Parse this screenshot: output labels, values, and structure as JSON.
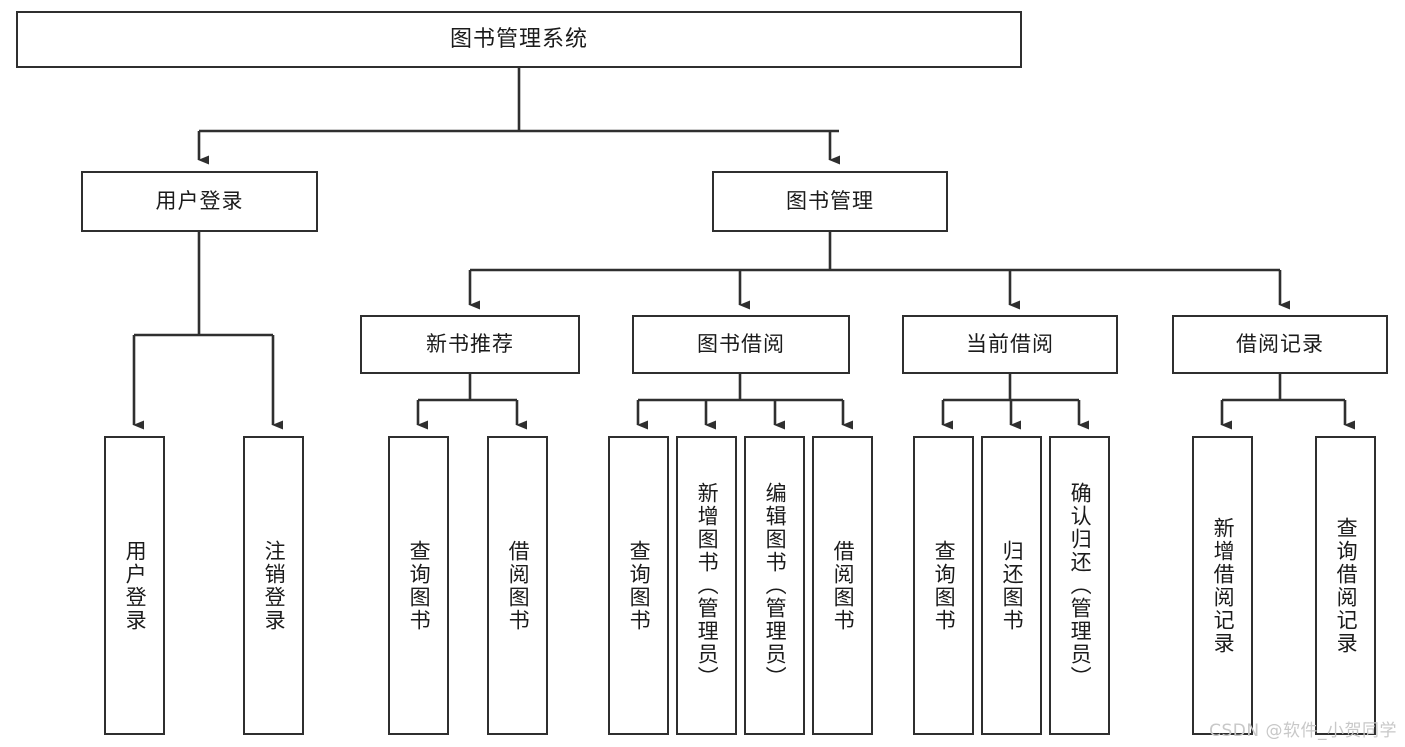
{
  "diagram": {
    "title": "图书管理系统",
    "type": "tree-hierarchy-chart",
    "colors": {
      "box_border": "#2f2f2f",
      "box_fill": "#ffffff",
      "connector": "#2f2f2f",
      "text": "#1b1b1b",
      "watermark": "#c8c8c8"
    },
    "root": {
      "label": "图书管理系统"
    },
    "level2": [
      {
        "label": "用户登录"
      },
      {
        "label": "图书管理"
      }
    ],
    "level3": [
      {
        "label": "新书推荐"
      },
      {
        "label": "图书借阅"
      },
      {
        "label": "当前借阅"
      },
      {
        "label": "借阅记录"
      }
    ],
    "leaves": {
      "user_login": [
        {
          "label": "用户登录"
        },
        {
          "label": "注销登录"
        }
      ],
      "new_book_recommend": [
        {
          "label": "查询图书"
        },
        {
          "label": "借阅图书"
        }
      ],
      "book_borrow": [
        {
          "label": "查询图书"
        },
        {
          "label": "新增图书（管理员）"
        },
        {
          "label": "编辑图书（管理员）"
        },
        {
          "label": "借阅图书"
        }
      ],
      "current_borrow": [
        {
          "label": "查询图书"
        },
        {
          "label": "归还图书"
        },
        {
          "label": "确认归还（管理员）"
        }
      ],
      "borrow_record": [
        {
          "label": "新增借阅记录"
        },
        {
          "label": "查询借阅记录"
        }
      ]
    },
    "watermark": "CSDN @软件_小贺同学"
  }
}
